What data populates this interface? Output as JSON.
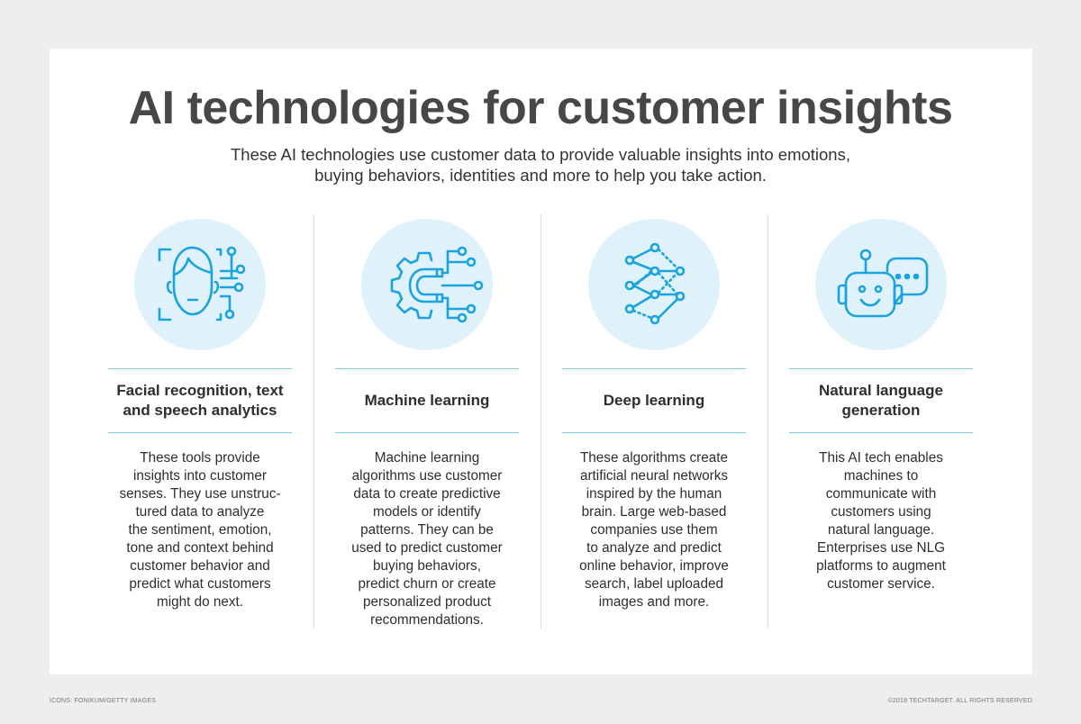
{
  "title": "AI technologies for customer insights",
  "subtitle_lines": [
    "These AI technologies use customer data to provide valuable insights into emotions,",
    "buying behaviors, identities and more to help you take action."
  ],
  "columns": [
    {
      "icon": "face-recognition-icon",
      "heading_lines": [
        "Facial recognition, text",
        "and speech analytics"
      ],
      "body_lines": [
        "These tools provide",
        "insights into customer",
        "senses. They use unstruc-",
        "tured data to analyze",
        "the sentiment, emotion,",
        "tone and context behind",
        "customer behavior and",
        "predict what customers",
        "might do next."
      ]
    },
    {
      "icon": "magnet-gear-icon",
      "heading_lines": [
        "Machine learning"
      ],
      "body_lines": [
        "Machine learning",
        "algorithms use customer",
        "data to create predictive",
        "models or identify",
        "patterns. They can be",
        "used to predict customer",
        "buying behaviors,",
        "predict churn or create",
        "personalized product",
        "recommendations."
      ]
    },
    {
      "icon": "neural-network-icon",
      "heading_lines": [
        "Deep learning"
      ],
      "body_lines": [
        "These algorithms create",
        "artificial neural networks",
        "inspired by the human",
        "brain. Large web-based",
        "companies use them",
        "to analyze and predict",
        "online behavior, improve",
        "search,  label uploaded",
        "images and more."
      ]
    },
    {
      "icon": "chatbot-icon",
      "heading_lines": [
        "Natural language",
        "generation"
      ],
      "body_lines": [
        "This AI tech enables",
        "machines to",
        "communicate with",
        "customers using",
        "natural language.",
        "Enterprises use NLG",
        "platforms to augment",
        "customer service."
      ]
    }
  ],
  "footer": {
    "left": "ICONS: FONIKUM/GETTY IMAGES",
    "right": "©2018 TECHTARGET. ALL RIGHTS RESERVED"
  },
  "colors": {
    "icon_stroke": "#1aa3dc",
    "icon_bg": "#dff1fa",
    "rule": "#7fd0ef"
  }
}
